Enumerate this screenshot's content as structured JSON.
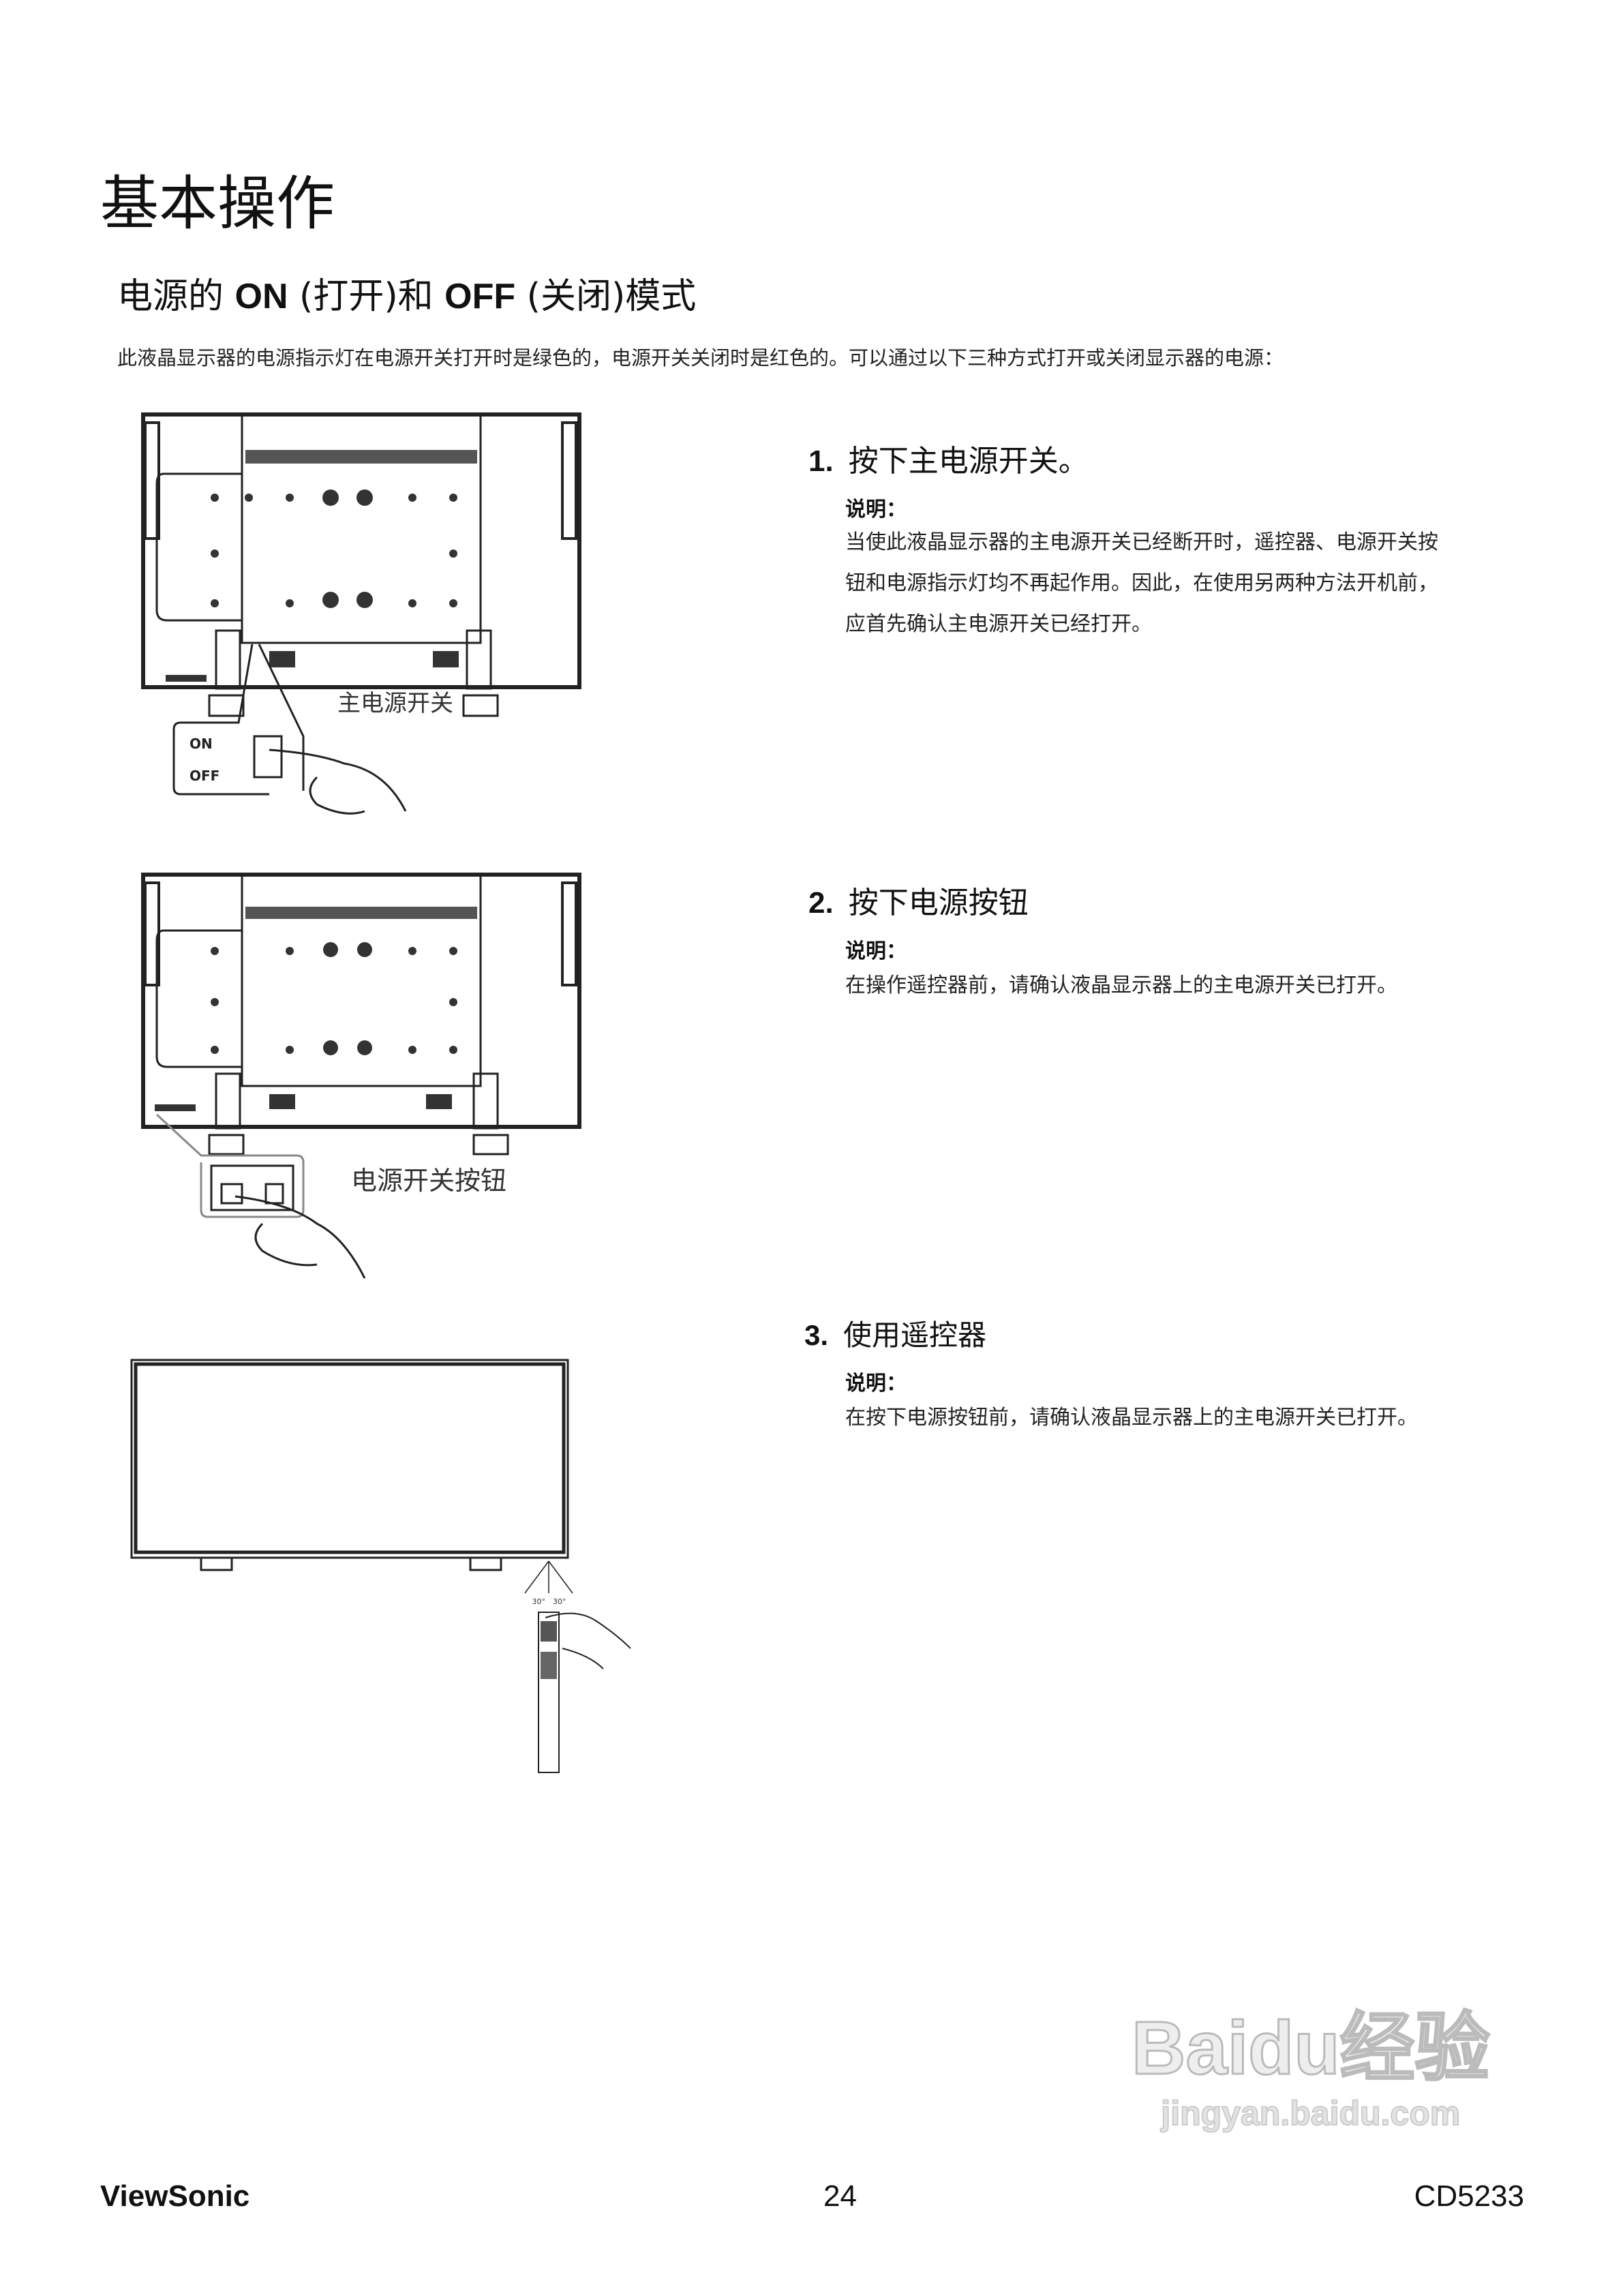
{
  "page_title": "基本操作",
  "section": {
    "title_parts": [
      "电源的 ",
      "ON",
      " (打开)和 ",
      "OFF",
      " (关闭)模式"
    ],
    "intro": "此液晶显示器的电源指示灯在电源开关打开时是绿色的，电源开关关闭时是红色的。可以通过以下三种方式打开或关闭显示器的电源："
  },
  "steps": [
    {
      "num": "1.",
      "title": "按下主电源开关。",
      "note_label": "说明：",
      "note_lines": [
        "当使此液晶显示器的主电源开关已经断开时，遥控器、电源开关按",
        "钮和电源指示灯均不再起作用。因此，在使用另两种方法开机前，",
        "应首先确认主电源开关已经打开。"
      ],
      "figure": {
        "callout": "主电源开关",
        "on_label": "ON",
        "off_label": "OFF"
      }
    },
    {
      "num": "2.",
      "title": "按下电源按钮",
      "note_label": "说明：",
      "note_lines": [
        "在操作遥控器前，请确认液晶显示器上的主电源开关已打开。"
      ],
      "figure": {
        "callout": "电源开关按钮"
      }
    },
    {
      "num": "3.",
      "title": "使用遥控器",
      "note_label": "说明：",
      "note_lines": [
        "在按下电源按钮前，请确认液晶显示器上的主电源开关已打开。"
      ],
      "figure": {
        "angle_left": "30°",
        "angle_right": "30°"
      }
    }
  ],
  "footer": {
    "brand": "ViewSonic",
    "page_number": "24",
    "model": "CD5233"
  },
  "watermark": {
    "text": "Baidu经验",
    "url_text": "jingyan.baidu.com",
    "color": "#cccccc"
  }
}
